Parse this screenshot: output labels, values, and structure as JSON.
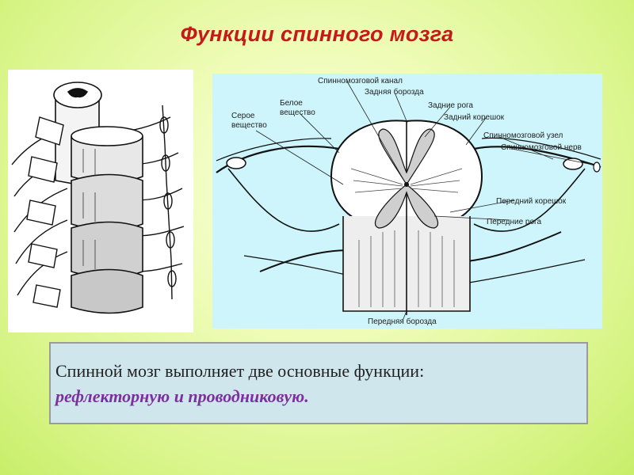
{
  "title": "Функции спинного мозга",
  "diagram": {
    "labels": {
      "canal": "Спинномозговой канал",
      "posterior_sulcus": "Задняя борозда",
      "white_matter_1": "Белое",
      "white_matter_2": "вещество",
      "gray_matter_1": "Серое",
      "gray_matter_2": "вещество",
      "posterior_horns": "Задние рога",
      "posterior_root": "Задний корешок",
      "spinal_ganglion": "Спинномозговой узел",
      "spinal_nerve": "Спинномозговой нерв",
      "anterior_root": "Передний корешок",
      "anterior_horns": "Передние рога",
      "anterior_fissure": "Передняя борозда"
    }
  },
  "text": {
    "line1": "Спинной мозг выполняет две основные функции:",
    "line2": "рефлекторную и проводниковую."
  },
  "colors": {
    "title": "#c61a1a",
    "emphasis": "#7d2fa0",
    "diagram_bg": "#cdf5fb",
    "text_box_bg": "#cfe6ec"
  }
}
